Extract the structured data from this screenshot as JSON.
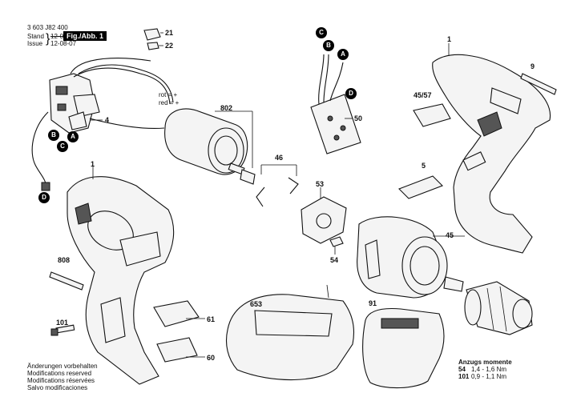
{
  "doc_number": "3 603 J82 400",
  "stand_label": "Stand",
  "stand_date": "12-08-01",
  "issue_label": "Issue",
  "issue_date": "12-08-07",
  "figure_label": "Fig./Abb. 1",
  "wire_legend": {
    "red": "rot = +",
    "rot": "red = +"
  },
  "callouts": {
    "p1a": "1",
    "p1b": "1",
    "p4": "4",
    "p5": "5",
    "p9": "9",
    "p21": "21",
    "p22": "22",
    "p45_57": "45/57",
    "p45": "45",
    "p46": "46",
    "p50": "50",
    "p53": "53",
    "p54": "54",
    "p60": "60",
    "p61": "61",
    "p91": "91",
    "p101": "101",
    "p653": "653",
    "p802": "802",
    "p808": "808"
  },
  "markers": [
    "A",
    "B",
    "C",
    "D"
  ],
  "modifications": [
    "Änderungen vorbehalten",
    "Modifications reserved",
    "Modifications réservées",
    "Salvo modificaciones"
  ],
  "torque": {
    "title": "Anzugs momente",
    "rows": [
      {
        "part": "54",
        "value": "1,4 - 1,6 Nm"
      },
      {
        "part": "101",
        "value": "0,9 - 1,1 Nm"
      }
    ]
  }
}
